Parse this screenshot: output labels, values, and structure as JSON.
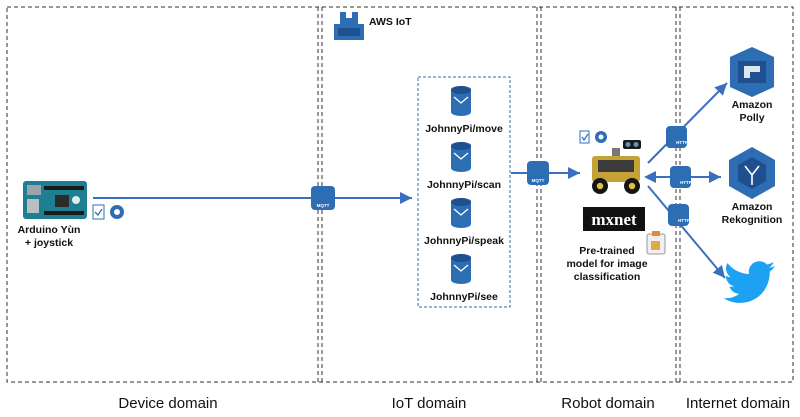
{
  "domains": {
    "device": "Device domain",
    "iot": "IoT domain",
    "robot": "Robot domain",
    "internet": "Internet domain"
  },
  "aws_iot": {
    "label": "AWS IoT"
  },
  "device": {
    "line1": "Arduino Yùn",
    "line2": "+ joystick"
  },
  "topics": [
    "JohnnyPi/move",
    "JohnnyPi/scan",
    "JohnnyPi/speak",
    "JohnnyPi/see"
  ],
  "protocols": {
    "mqtt": "MQTT",
    "http": "HTTP"
  },
  "robot": {
    "logo_text": "mxnet",
    "model_line1": "Pre-trained",
    "model_line2": "model for image",
    "model_line3": "classification"
  },
  "services": {
    "polly_line1": "Amazon",
    "polly_line2": "Polly",
    "rek_line1": "Amazon",
    "rek_line2": "Rekognition"
  },
  "icons": [
    "aws-iot-icon",
    "arduino-board-icon",
    "certificate-icon",
    "iot-topic-icon",
    "mqtt-protocol-icon",
    "http-protocol-icon",
    "robot-car-icon",
    "mxnet-logo-icon",
    "clipboard-icon",
    "amazon-polly-icon",
    "amazon-rekognition-icon",
    "twitter-icon"
  ],
  "colors": {
    "aws_blue": "#2d6db4",
    "arrow": "#3a6fc0",
    "dark_blue": "#1f4f8f",
    "twitter": "#1da1f2"
  }
}
